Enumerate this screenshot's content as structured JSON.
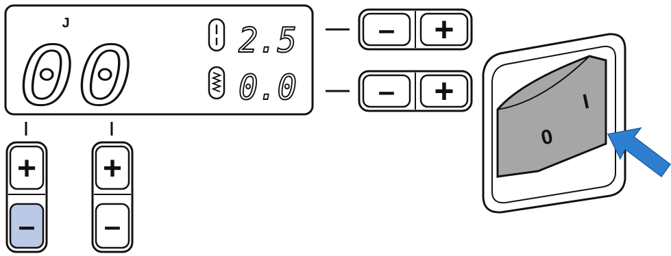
{
  "display": {
    "stitch_letter": "J",
    "stitch_number": "00",
    "stitch_length": "2.5",
    "stitch_width": "0.0"
  },
  "buttons": {
    "plus": "+",
    "minus": "–"
  },
  "power_switch": {
    "off_mark": "0",
    "on_mark": "I"
  },
  "colors": {
    "outline": "#111111",
    "pressed_button": "#b9c9e6",
    "switch_gray": "#a6a6a6",
    "arrow": "#2f7fd1"
  }
}
